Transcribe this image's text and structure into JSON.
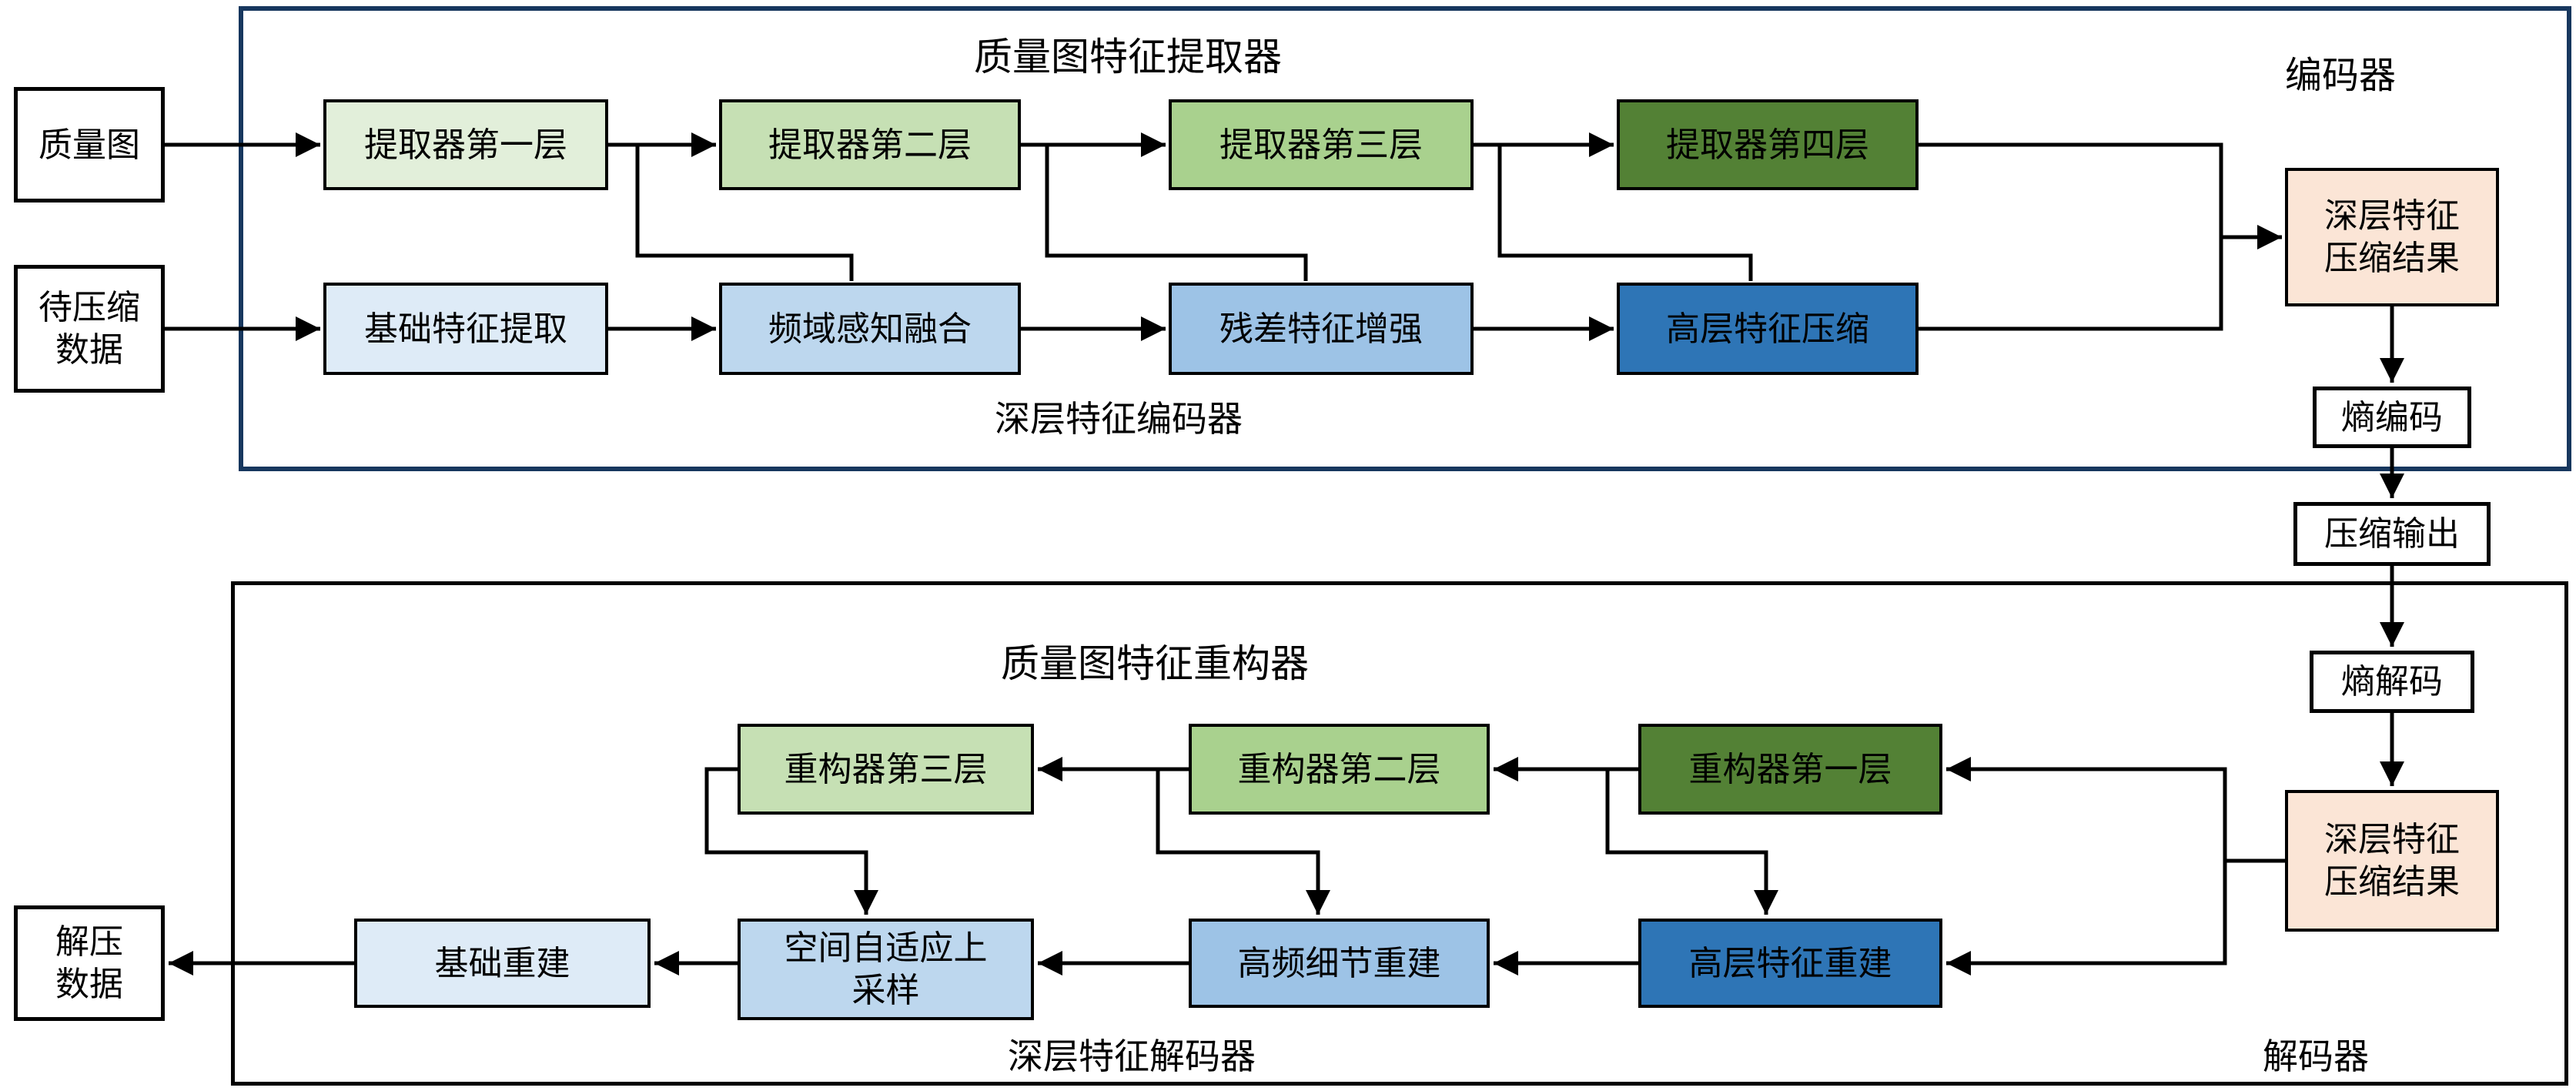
{
  "encoder": {
    "title": "质量图特征提取器",
    "corner_label": "编码器",
    "bottom_label": "深层特征编码器",
    "input_quality_map": "质量图",
    "input_data": "待压缩\n数据",
    "extractor_layers": [
      "提取器第一层",
      "提取器第二层",
      "提取器第三层",
      "提取器第四层"
    ],
    "feature_pipeline": [
      "基础特征提取",
      "频域感知融合",
      "残差特征增强",
      "高层特征压缩"
    ],
    "deep_feature_result": "深层特征\n压缩结果",
    "entropy_encoding": "熵编码"
  },
  "link": {
    "compressed_output": "压缩输出"
  },
  "decoder": {
    "title": "质量图特征重构器",
    "corner_label": "解码器",
    "bottom_label": "深层特征解码器",
    "entropy_decoding": "熵解码",
    "deep_feature_result": "深层特征\n压缩结果",
    "reconstructor_layers": [
      "重构器第一层",
      "重构器第二层",
      "重构器第三层"
    ],
    "rebuild_pipeline": [
      "高层特征重建",
      "高频细节重建",
      "空间自适应上\n采样",
      "基础重建"
    ],
    "output_data": "解压\n数据"
  },
  "colors": {
    "extractor_greens": [
      "#E2EFDA",
      "#C6E0B4",
      "#A9D18E",
      "#538135"
    ],
    "encoder_blues": [
      "#DEEBF7",
      "#BDD7EE",
      "#9DC3E6",
      "#2E75B6"
    ],
    "reconstructor_greens": [
      "#538135",
      "#A9D18E",
      "#C6E0B4"
    ],
    "decoder_blues": [
      "#2E75B6",
      "#9DC3E6",
      "#BDD7EE",
      "#DEEBF7"
    ],
    "result_box_fill": "#FBE5D6",
    "io_box_fill": "#FFFFFF",
    "encoder_frame_border": "#17375E",
    "decoder_frame_border": "#000000",
    "connector": "#000000"
  }
}
